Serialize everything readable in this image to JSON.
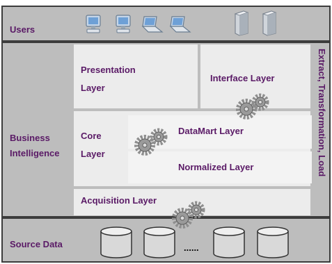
{
  "users": {
    "label": "Users",
    "icons": [
      "workstation-icon",
      "workstation-icon",
      "laptop-icon",
      "laptop-icon",
      "server-icon",
      "server-icon"
    ]
  },
  "business_intelligence": {
    "label_line1": "Business",
    "label_line2": "Intelligence",
    "presentation_line1": "Presentation",
    "presentation_line2": "Layer",
    "interface_layer": "Interface Layer",
    "core_line1": "Core",
    "core_line2": "Layer",
    "datamart_layer": "DataMart Layer",
    "normalized_layer": "Normalized Layer",
    "acquisition_layer": "Acquisition Layer",
    "etl_label": "Extract, Transformation, Load"
  },
  "source_data": {
    "label": "Source Data",
    "ellipsis": "......",
    "databases": [
      "database-icon",
      "database-icon",
      "database-icon",
      "database-icon"
    ]
  },
  "colors": {
    "text": "#5a1a66",
    "band_bg": "#bdbdbd",
    "panel_bg": "#ececec",
    "border": "#3c3c3c"
  }
}
